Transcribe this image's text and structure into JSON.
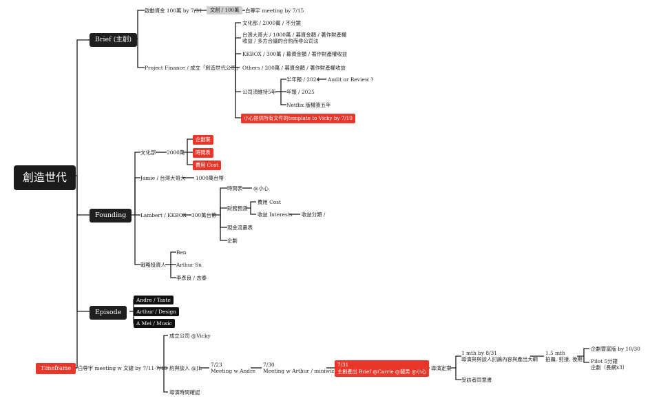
{
  "root": "創造世代",
  "brief": {
    "label": "Brief (主創)",
    "fund": "啟動資金 100萬 by 7/31",
    "fund_tag": "文創 / 100萬",
    "fund_meeting": "白尊宇 meeting by 7/15",
    "pf": "Project Finance / 成立「創造世代公司」",
    "c1": "文化部 / 2000萬 / 不分鏡",
    "c2": "台灣大哥大 / 1000萬 / 募資金額 / 著作財產權收益 / 多方合議的合約而非公司法",
    "c3": "KKBOX / 300萬 / 募資金額 / 著作財產權收益",
    "c4": "Others / 200萬  / 募資金額 / 著作財產權收益",
    "c5": "公司須維持5年",
    "c5a": "半年報 / 2024",
    "c5a1": "Audit or Review ?",
    "c5b": "年報 / 2025",
    "c5c": "Netflix 版權簽五年",
    "c6": "小心提供所有文件的template to Vicky by 7/10"
  },
  "founding": {
    "label": "Founding",
    "moc": "文化部",
    "moc_amt": "2000萬",
    "moc_items": [
      "企劃案",
      "時間表",
      "費用 Cost"
    ],
    "jamie": "Jamie / 台灣大哥大",
    "jamie_amt": "1000萬台幣",
    "lambert": "Lambert / KKBOX",
    "lambert_amt": "300萬台幣",
    "l1": "時間表",
    "l1a": "@小心",
    "l2": "財務預測",
    "l2a": "費用 Cost",
    "l2b": "收益 Interests",
    "l2b1": "收益分類 /",
    "l3": "現金流量表",
    "l4": "企劃",
    "inv": "戰略投資人",
    "inv_items": [
      "Ben",
      "Arthur Su",
      "李彥良 / 志泰"
    ]
  },
  "episode": {
    "label": "Episode",
    "items": [
      "Andre / Taste",
      "Arthur / Design",
      "A Mei / Music"
    ]
  },
  "timeframe": {
    "label": "Timeframe",
    "meet": "白尊宇 meeting w 文總 by 7/11-7/15",
    "b1": "成立公司 @Vicky",
    "b2": "約與談人 @JL",
    "b2a_date": "7/23",
    "b2a": "Meeting w Andre",
    "b2b_date": "7/30",
    "b2b": "Meeting w Arthur / miniwiz",
    "b2c_date": "7/31",
    "b2c": "主創產出 Brief @Carrie @龍男 @小心",
    "b2d": "導演定案",
    "b2d1_title": "1 mth by 8/31",
    "b2d1_body": "導演與與談人討論內容與產出大綱",
    "b2d1a_title": "1.5 mth",
    "b2d1a_body": "拍攝, 剪接, 後期",
    "b2d1a1": "企劃豐富版 by 10/30",
    "b2d1a2_title": "Pilot 5分鐘",
    "b2d1a2_body": "企劃（長網x3）",
    "b2d2": "受訪者同意書",
    "b3": "導演時間確認"
  }
}
